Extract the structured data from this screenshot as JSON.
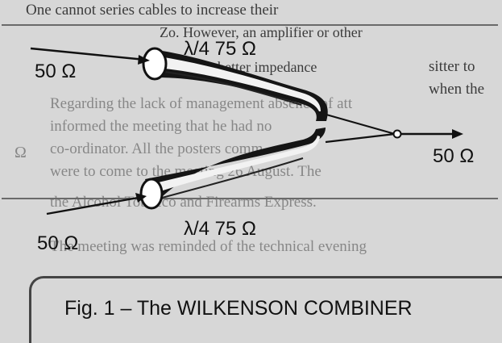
{
  "background_text": [
    "One cannot series cables to increase their",
    "Zo. However, an amplifier or other",
    "provide a better impedance",
    "Regarding the lack of management absence of att",
    "informed the meeting that he had no",
    "co-ordinator. All the posters comm",
    "were to come to the meeting 26 August. The",
    "the Alcohol Tobacco and Firearms Express.",
    "The meeting was reminded of the technical evening",
    "sitter to",
    "when the",
    "Ω"
  ],
  "diagram": {
    "top_line_label": "λ/4  75 Ω",
    "bottom_line_label": "λ/4  75 Ω",
    "input_top_label": "50 Ω",
    "input_bottom_label": "50 Ω",
    "output_label": "50 Ω"
  },
  "caption": "Fig. 1 –  The WILKENSON COMBINER"
}
